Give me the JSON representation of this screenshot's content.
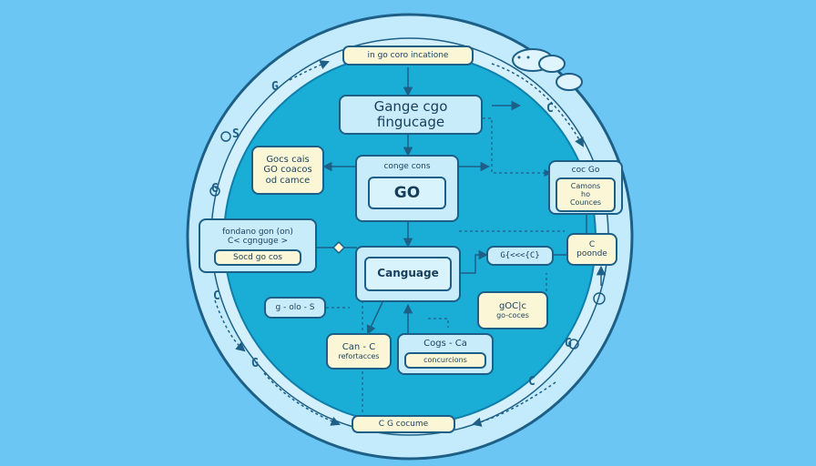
{
  "nodes": {
    "top_label": "in go coro incatione",
    "title": "Gange cgo fingucage",
    "left_notes": [
      "Gocs cais",
      "GO coacos",
      "od camce"
    ],
    "left_panel_lines": [
      "fondano gon (on)",
      "C< cgnguge >"
    ],
    "left_panel_inner": "Socd go cos",
    "go_header": "conge cons",
    "go_label": "GO",
    "right_card_header": "coc Go",
    "right_card_lines": [
      "Camons",
      "ho",
      "Counces"
    ],
    "language": "Canguage",
    "mid_right_chain": "G{<<<{C}",
    "c_poonde": [
      "C",
      "poonde"
    ],
    "left_small": "g - olo - S",
    "goc_lines": [
      "gOC|c",
      "go-coces"
    ],
    "can_c": [
      "Can - C",
      "refortacces"
    ],
    "cogs_header": "Cogs - Ca",
    "cogs_inner": "concurcions",
    "bottom_label": "C G cocume"
  },
  "symbols": {
    "g_top": "G",
    "s_left": "S",
    "g_left": "G",
    "c_top_right": "C",
    "g_bottom_left": "G",
    "c_right": "C",
    "g_right": "G",
    "c_bottom_right": "C"
  },
  "colors": {
    "background": "#6cc6f3",
    "outer_ring": "#c4ebfb",
    "inner_circle": "#1aaed6",
    "box_cream": "#fbf6d6",
    "box_light": "#c9ecfa",
    "stroke": "#1d5f86"
  }
}
